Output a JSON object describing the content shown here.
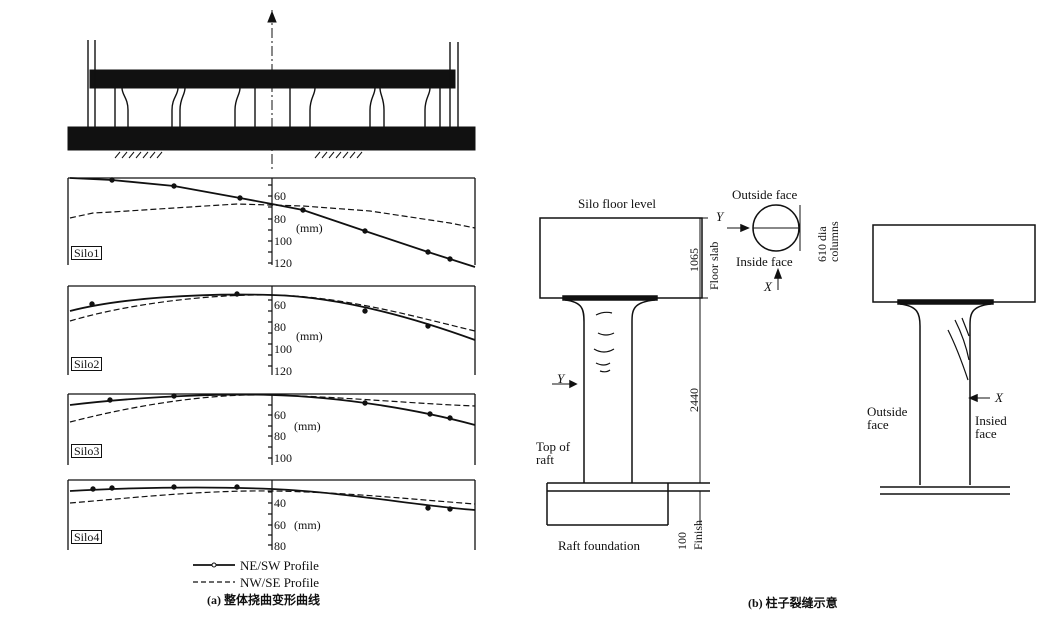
{
  "figure_a": {
    "panels": [
      {
        "label": "Silo1",
        "ticks": [
          "60",
          "80",
          "100",
          "120"
        ],
        "unit": "(mm)"
      },
      {
        "label": "Silo2",
        "ticks": [
          "60",
          "80",
          "100",
          "120"
        ],
        "unit": "(mm)"
      },
      {
        "label": "Silo3",
        "ticks": [
          "60",
          "80",
          "100"
        ],
        "unit": "(mm)"
      },
      {
        "label": "Silo4",
        "ticks": [
          "40",
          "60",
          "80"
        ],
        "unit": "(mm)"
      }
    ],
    "legend": {
      "solid": "NE/SW Profile",
      "dashed": "NW/SE Profile"
    },
    "caption": "(a) 整体挠曲变形曲线"
  },
  "figure_b": {
    "silo_floor_level": "Silo floor level",
    "floor_slab": "Floor slab",
    "dim_slab": "1065",
    "dim_column": "2440",
    "dim_finish": "100",
    "finish": "Finish",
    "top_of_raft": "Top of raft",
    "raft_foundation": "Raft foundation",
    "y_axis": "Y",
    "x_axis": "X",
    "outside_face": "Outside face",
    "inside_face": "Inside face",
    "columns": "610 dia columns",
    "right_outside": "Outside face",
    "right_inside": "Insied face",
    "caption": "(b) 柱子裂缝示意"
  }
}
